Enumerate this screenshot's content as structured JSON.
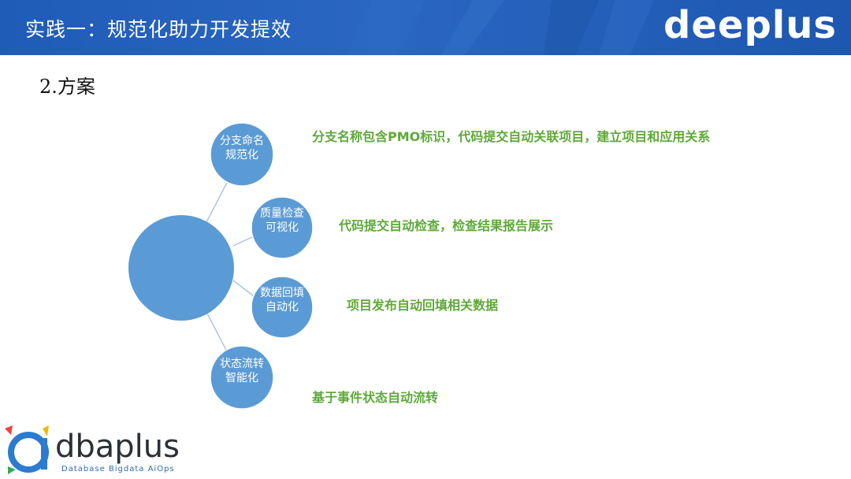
{
  "header": {
    "title": "实践一：规范化助力开发提效",
    "brand": "deeplus"
  },
  "section_title": "2.方案",
  "diagram": {
    "nodes": [
      {
        "label": "分支命名规范化",
        "description": "分支名称包含PMO标识，代码提交自动关联项目，建立项目和应用关系"
      },
      {
        "label": "质量检查可视化",
        "description": "代码提交自动检查，检查结果报告展示"
      },
      {
        "label": "数据回填自动化",
        "description": "项目发布自动回填相关数据"
      },
      {
        "label": "状态流转智能化",
        "description": "基于事件状态自动流转"
      }
    ]
  },
  "footer_logo": {
    "word": "dbaplus",
    "tagline": "Database  Bigdata  AiOps"
  },
  "colors": {
    "header_blue": "#1f5cb8",
    "circle_blue": "#5b9bd5",
    "description_green": "#5fa83a"
  }
}
